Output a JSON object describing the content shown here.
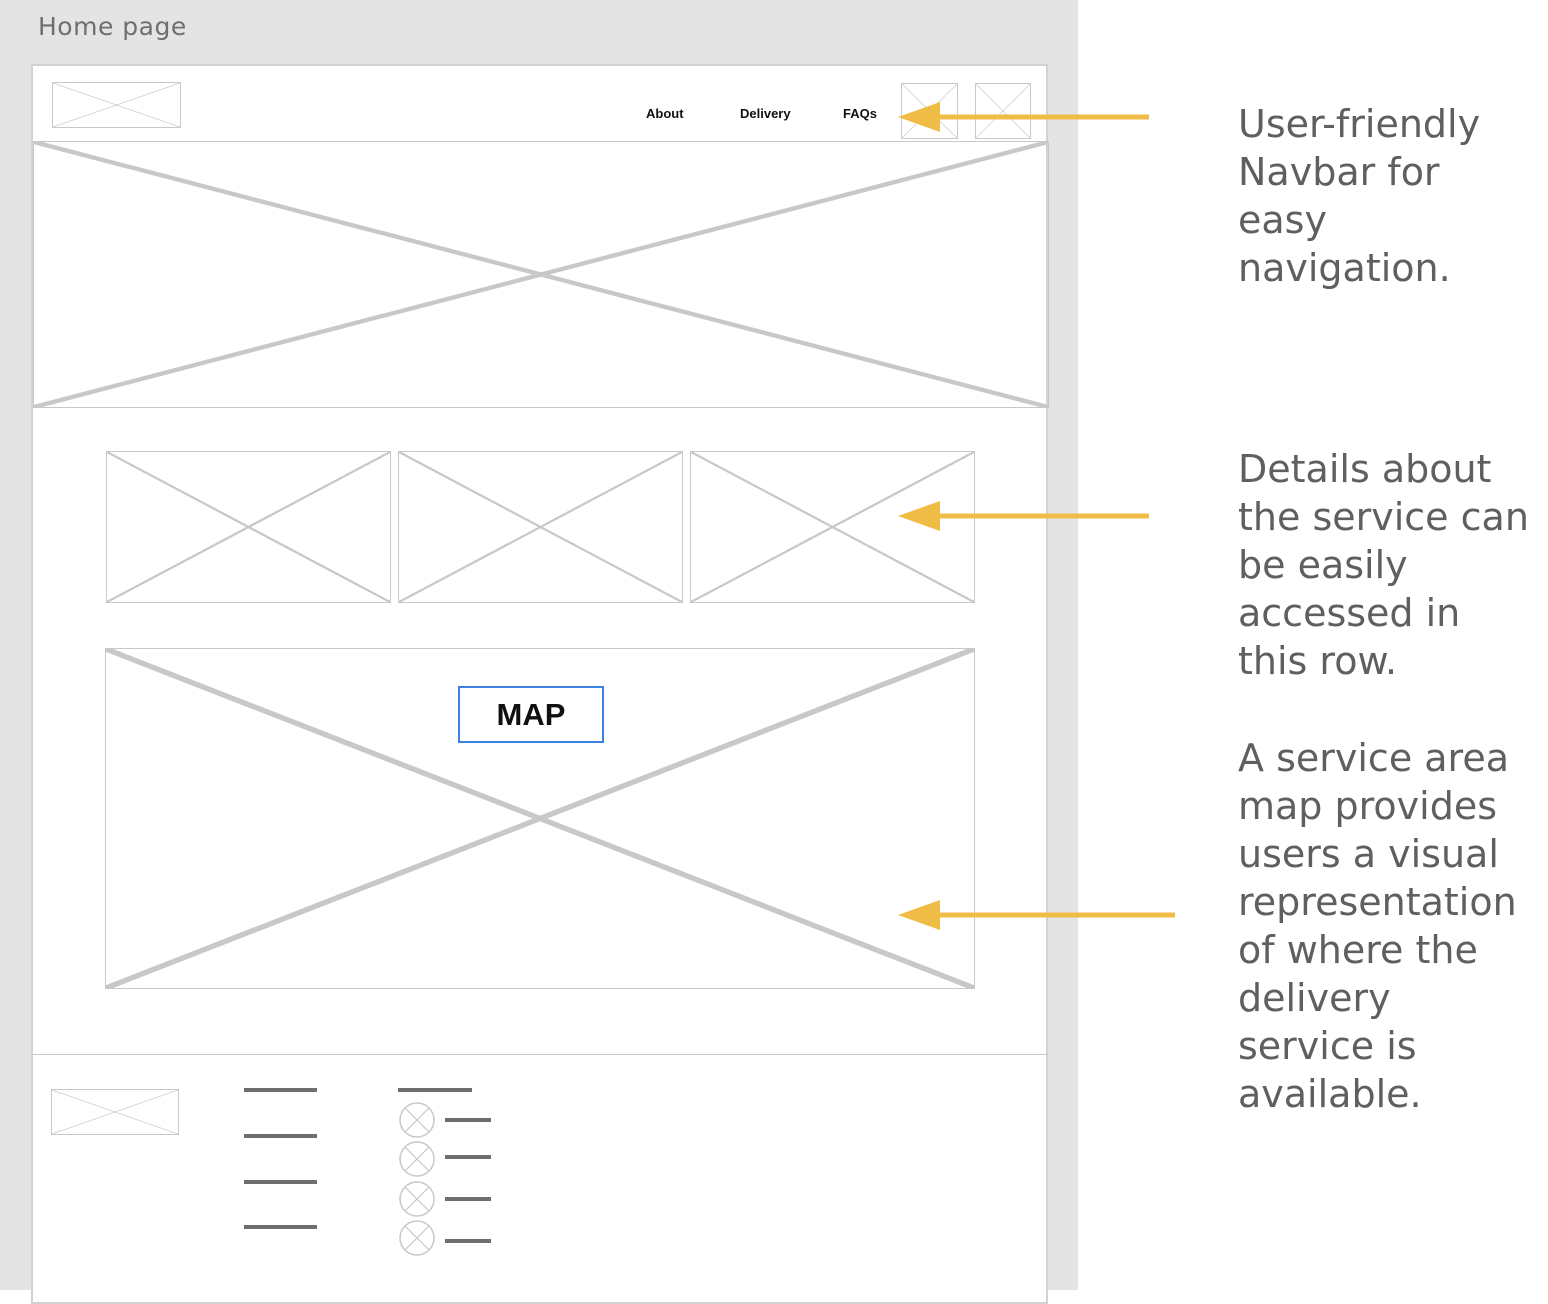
{
  "frame": {
    "title": "Home page"
  },
  "navbar": {
    "links": [
      {
        "label": "About"
      },
      {
        "label": "Delivery"
      },
      {
        "label": "FAQs"
      }
    ]
  },
  "map": {
    "label": "MAP"
  },
  "annotations": [
    {
      "text": "User-friendly Navbar for easy navigation."
    },
    {
      "text": "Details about the service can be easily accessed in this row."
    },
    {
      "text": "A service area map provides users a visual representation of where the delivery service is available."
    }
  ],
  "colors": {
    "arrow": "#f0bc45",
    "map_border": "#3b82e0",
    "placeholder": "#c8c8c8",
    "annotation_text": "#5f5f5f"
  }
}
